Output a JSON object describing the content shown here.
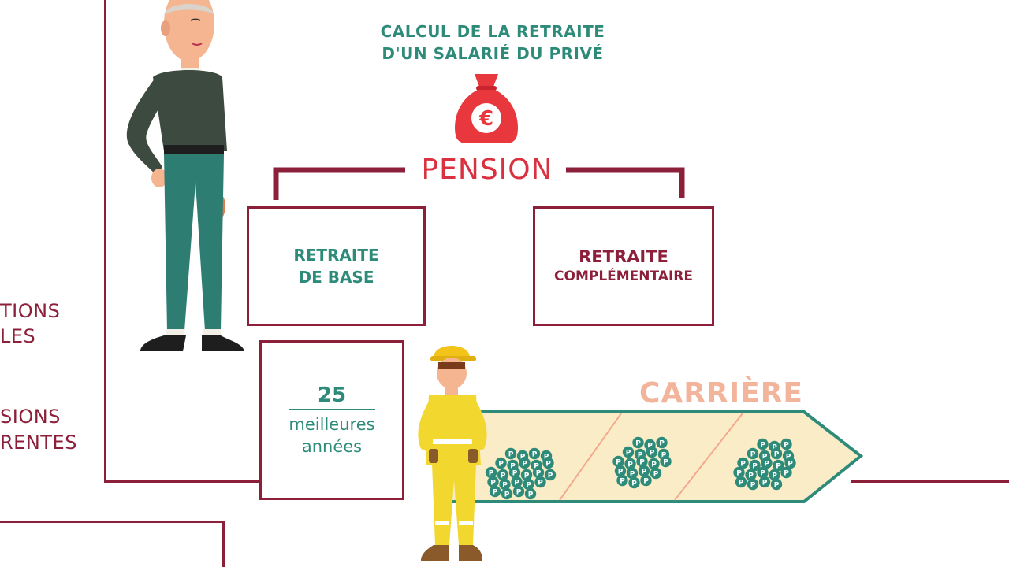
{
  "title": {
    "line1": "CALCUL DE LA RETRAITE",
    "line2": "D'UN SALARIÉ DU PRIVÉ"
  },
  "bag": {
    "symbol": "€"
  },
  "pension": {
    "label": "PENSION"
  },
  "retraite_base": {
    "line1": "RETRAITE",
    "line2": "DE BASE"
  },
  "retraite_complementaire": {
    "line1": "RETRAITE",
    "line2": "COMPLÉMENTAIRE"
  },
  "best_years": {
    "number": "25",
    "line1": "meilleures",
    "line2": "années"
  },
  "left_partial": {
    "line1": "TIONS",
    "line2": "LES",
    "line3": "SIONS",
    "line4": "RENTES"
  },
  "career": {
    "label": "CARRIÈRE",
    "point_symbol": "P"
  },
  "colors": {
    "maroon": "#8c1f3a",
    "teal": "#2e8b7a",
    "red": "#d9313f",
    "salmon": "#f2b49a",
    "career_fill": "#faecc6"
  },
  "icons": [
    "money-bag-icon",
    "euro-icon",
    "elderly-man-illustration",
    "worker-illustration",
    "point-coin-icon"
  ]
}
